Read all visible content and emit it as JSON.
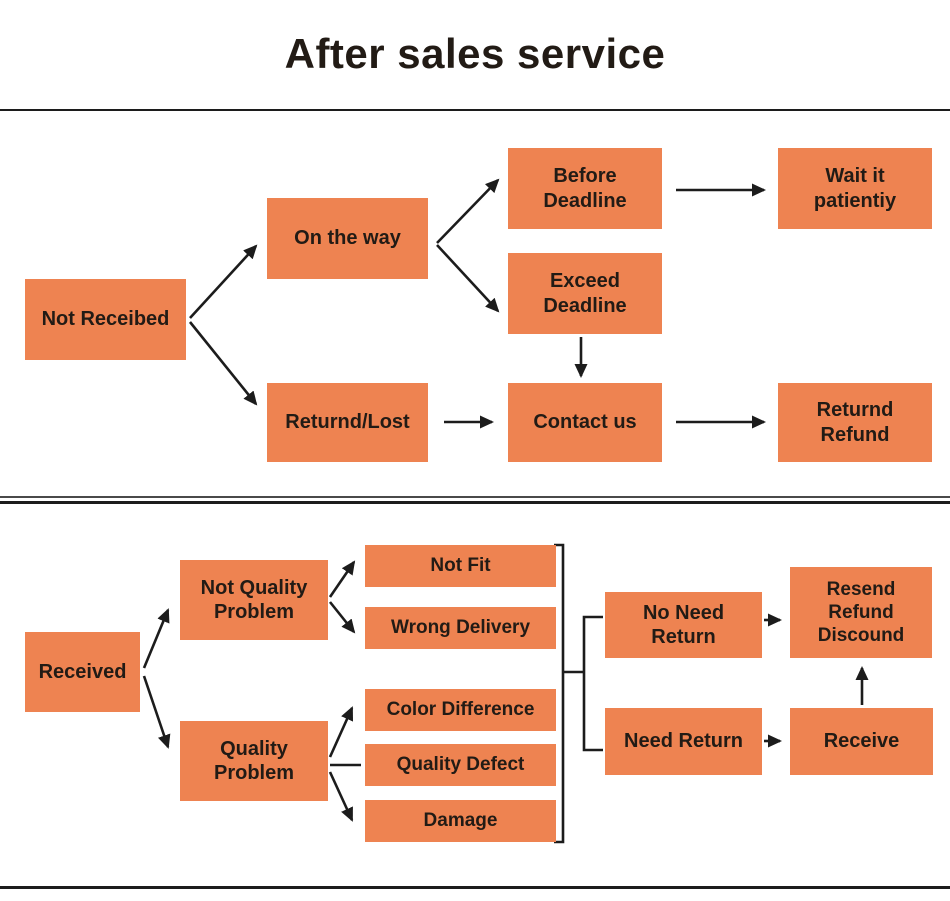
{
  "title": "After sales service",
  "colors": {
    "background": "#ffffff",
    "box_fill": "#ee8351",
    "text": "#221b15",
    "line": "#1c1c1c"
  },
  "nodes": {
    "not_received": {
      "label": "Not Receibed"
    },
    "on_the_way": {
      "label": "On the way"
    },
    "before_deadline": {
      "label": "Before\nDeadline"
    },
    "wait_it_patiently": {
      "label": "Wait it\npatientiy"
    },
    "exceed_deadline": {
      "label": "Exceed\nDeadline"
    },
    "returned_lost": {
      "label": "Returnd/Lost"
    },
    "contact_us": {
      "label": "Contact us"
    },
    "returned_refund": {
      "label": "Returnd\nRefund"
    },
    "received": {
      "label": "Received"
    },
    "not_quality_problem": {
      "label": "Not Quality\nProblem"
    },
    "quality_problem": {
      "label": "Quality\nProblem"
    },
    "not_fit": {
      "label": "Not Fit"
    },
    "wrong_delivery": {
      "label": "Wrong Delivery"
    },
    "color_difference": {
      "label": "Color Difference"
    },
    "quality_defect": {
      "label": "Quality Defect"
    },
    "damage": {
      "label": "Damage"
    },
    "no_need_return": {
      "label": "No Need\nReturn"
    },
    "need_return": {
      "label": "Need Return"
    },
    "resend_refund_discount": {
      "label": "Resend\nRefund\nDiscound"
    },
    "receive": {
      "label": "Receive"
    }
  }
}
